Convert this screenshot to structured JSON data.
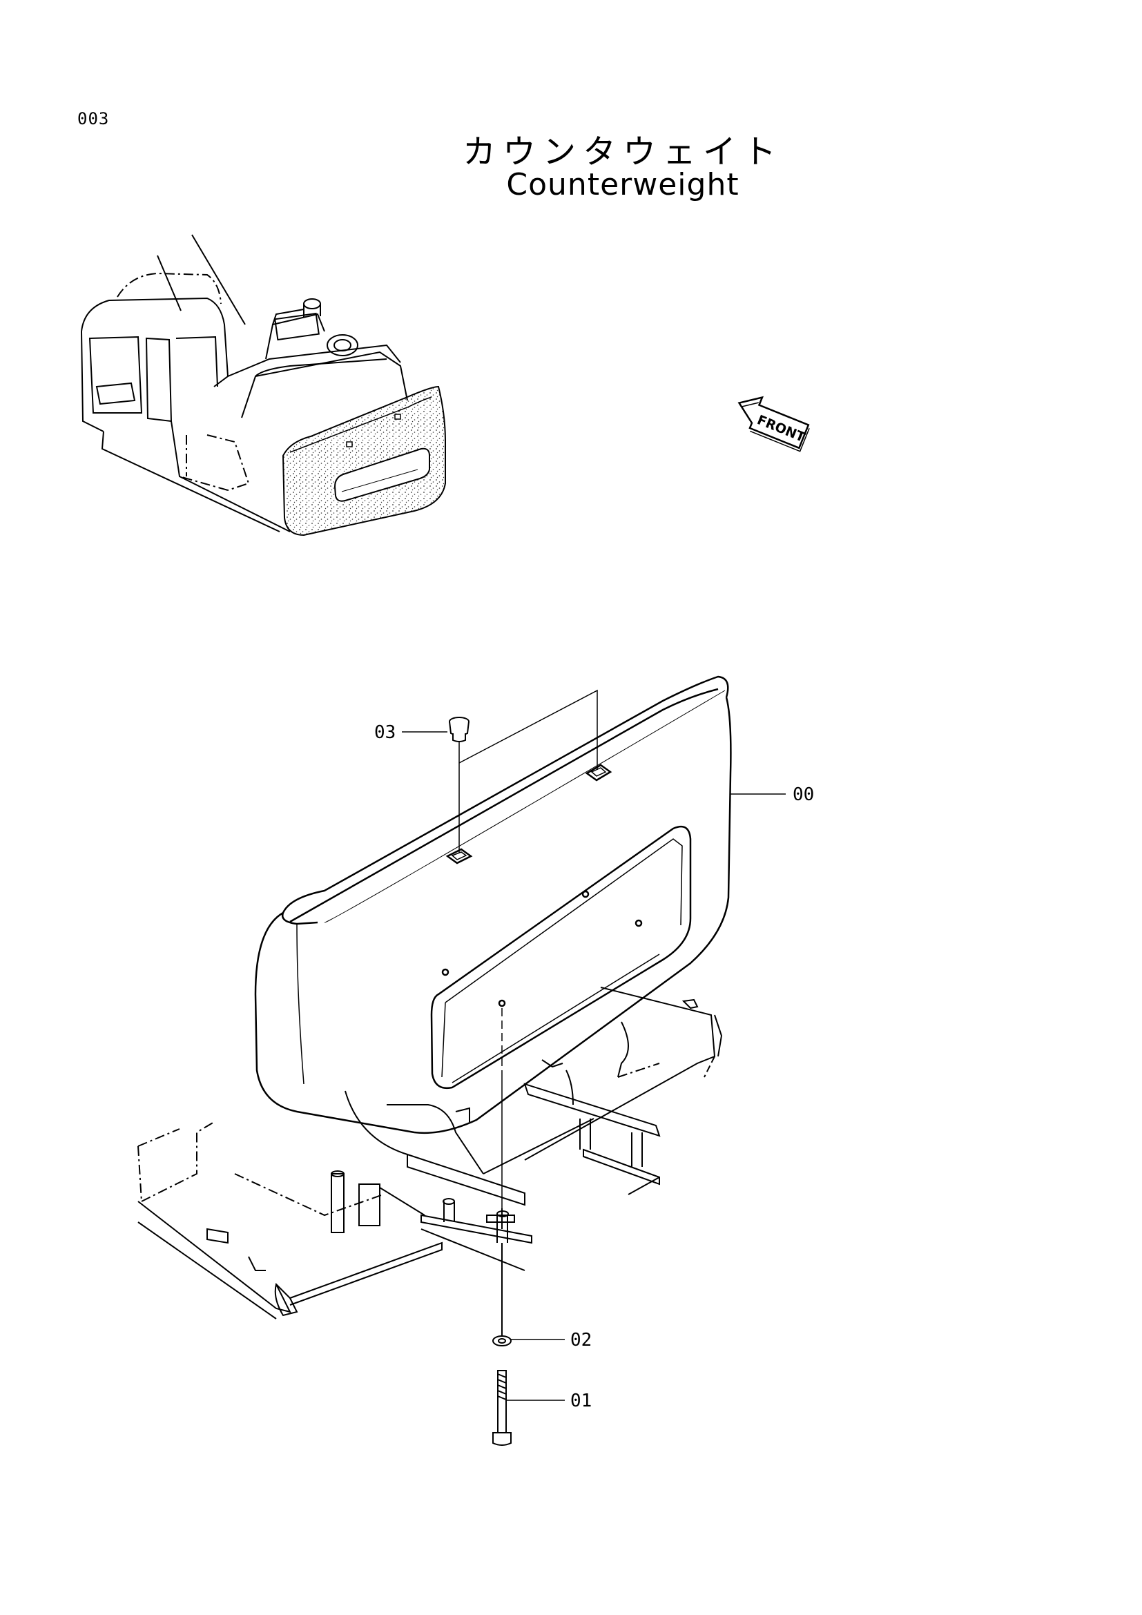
{
  "page": {
    "number": "003"
  },
  "title": {
    "japanese": "カウンタウェイト",
    "english": "Counterweight"
  },
  "direction_indicator": {
    "label": "FRONT"
  },
  "callouts": [
    {
      "id": "00",
      "label": "00"
    },
    {
      "id": "01",
      "label": "01"
    },
    {
      "id": "02",
      "label": "02"
    },
    {
      "id": "03",
      "label": "03"
    }
  ]
}
